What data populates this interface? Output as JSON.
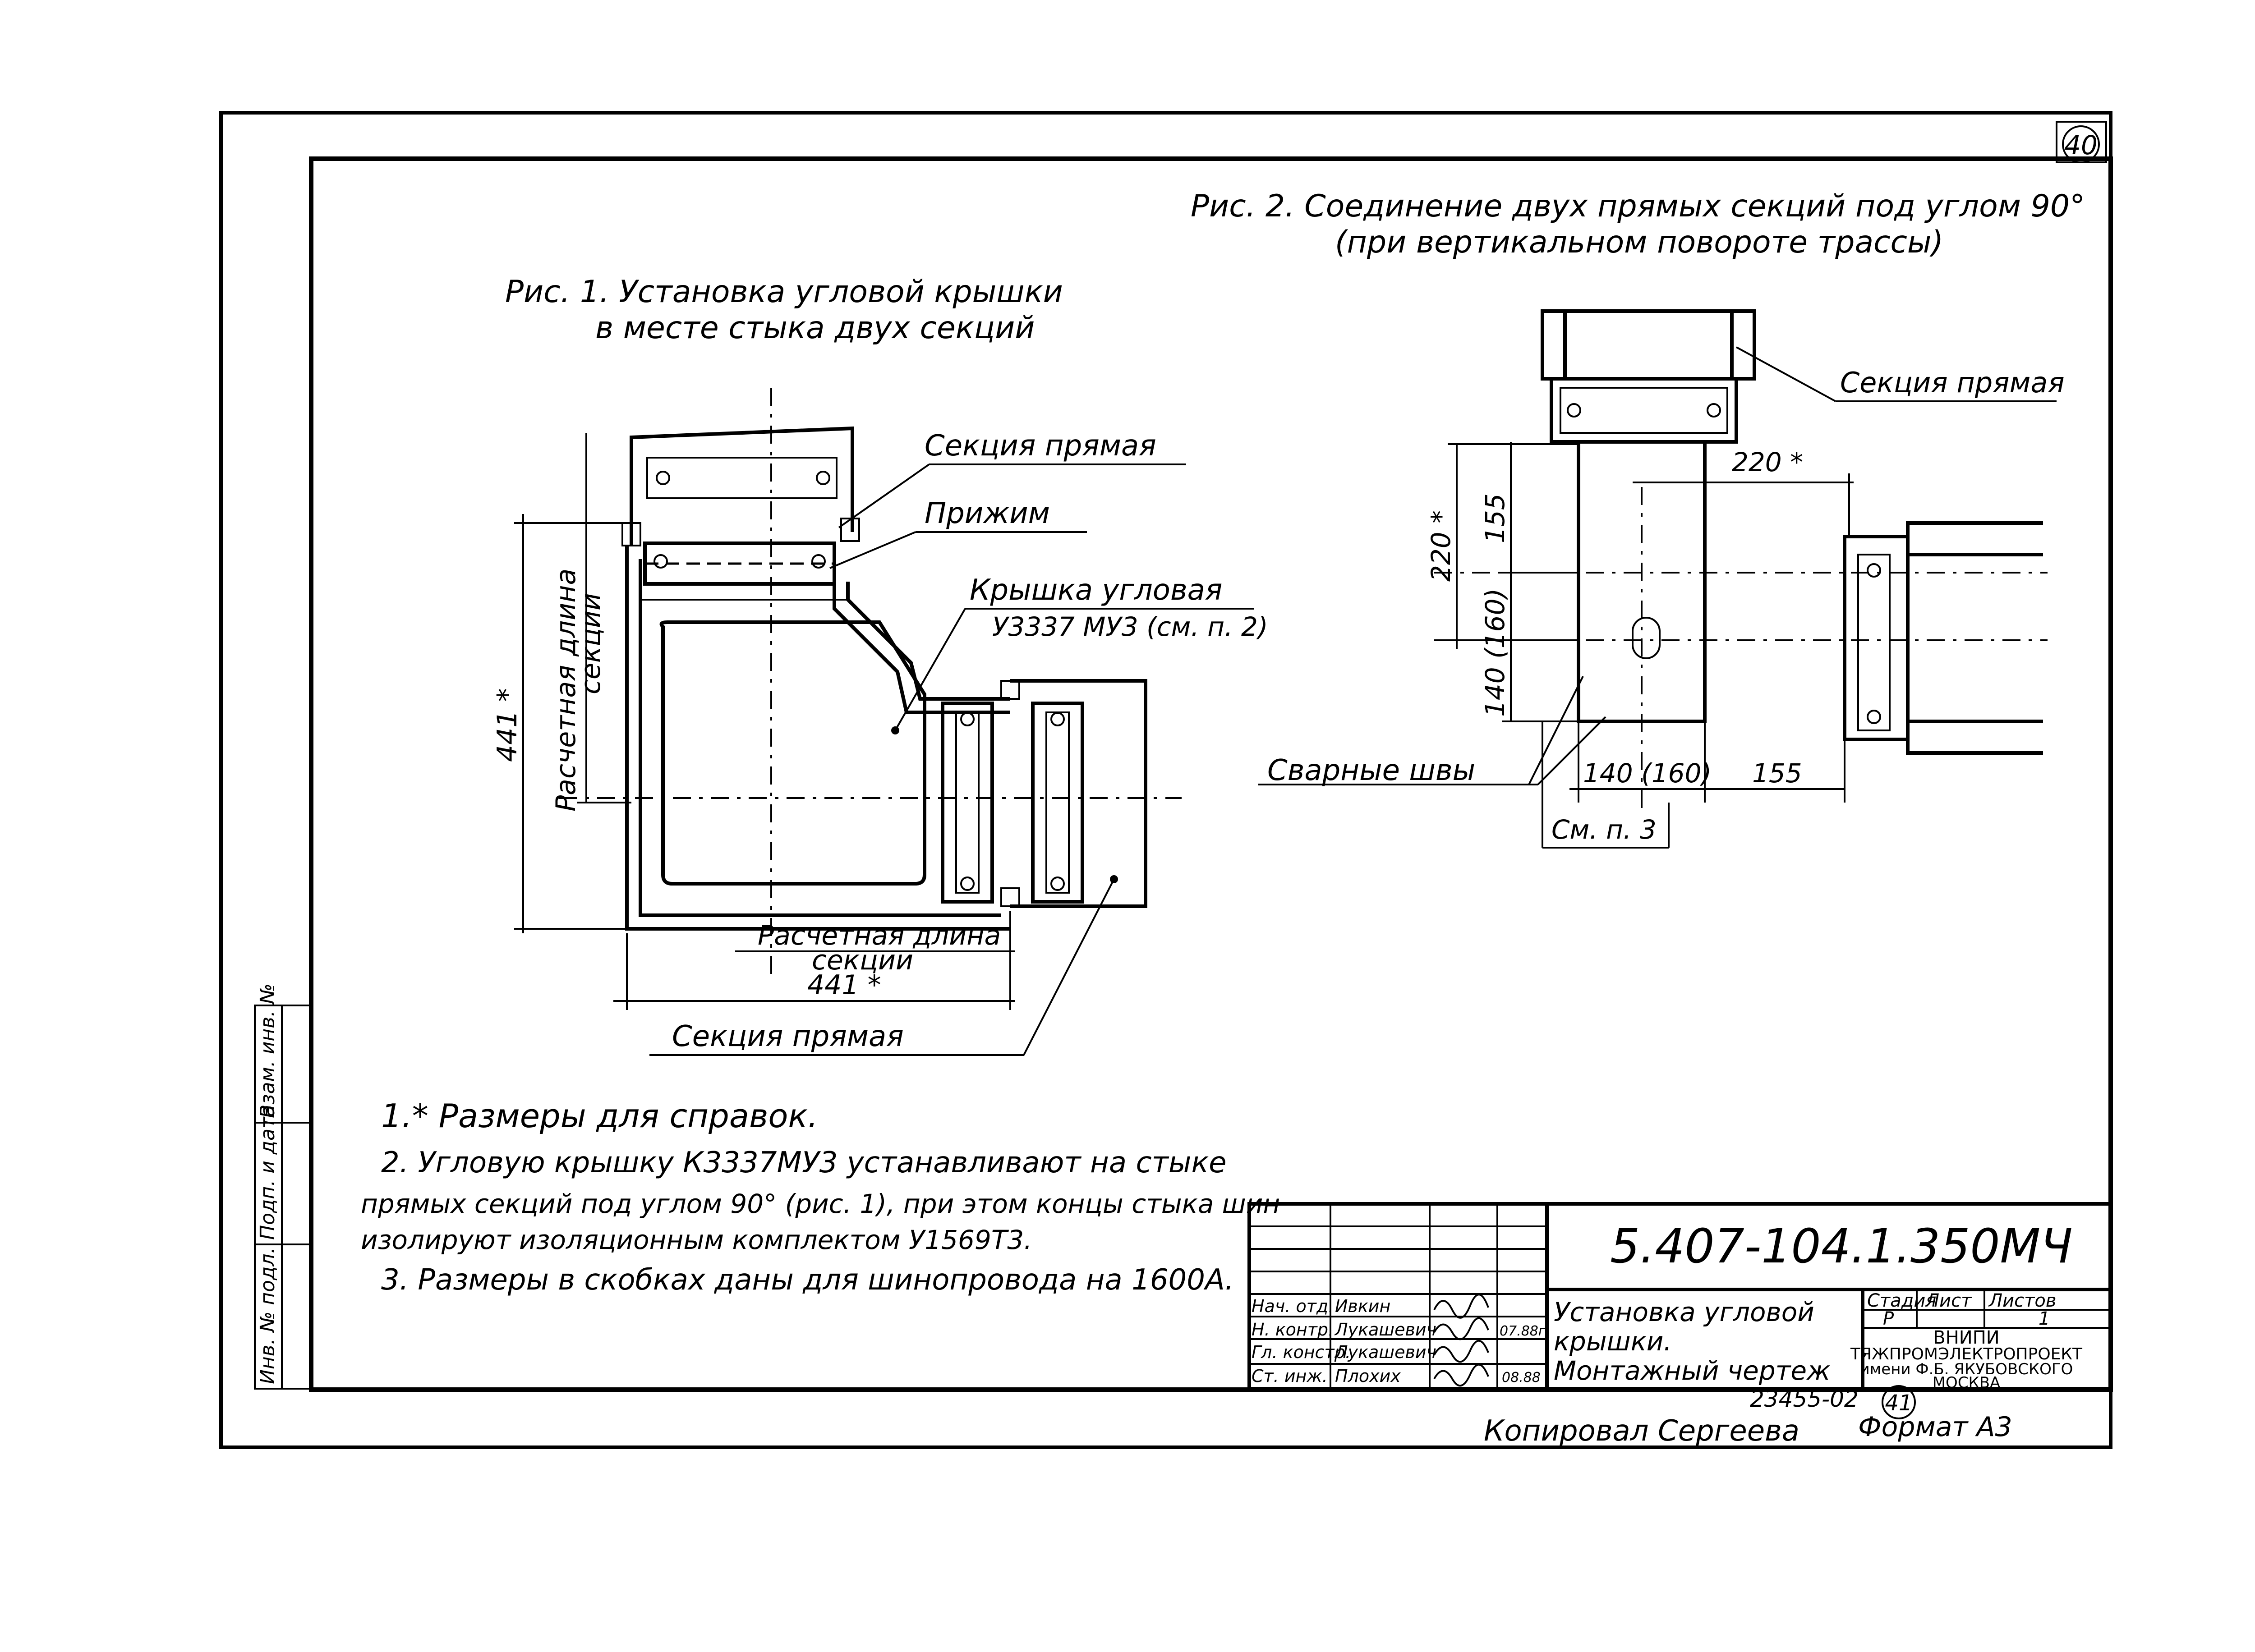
{
  "sheet": {
    "number": "40",
    "copy_number": "41",
    "inventory_number": "23455-02"
  },
  "fig1": {
    "title_line1": "Рис. 1. Установка угловой крышки",
    "title_line2": "в месте стыка двух секций",
    "label_section_top": "Секция прямая",
    "label_clamp": "Прижим",
    "label_cover_line1": "Крышка угловая",
    "label_cover_line2": "У3337 МУ3 (см. п. 2)",
    "label_section_bottom": "Секция прямая",
    "vertical_dim_line1": "Расчетная длина",
    "vertical_dim_line2": "секции",
    "vertical_dim_value": "441 *",
    "horizontal_dim_line1": "Расчетная длина",
    "horizontal_dim_line2": "секции",
    "horizontal_dim_value": "441 *"
  },
  "fig2": {
    "title_line1": "Рис. 2.  Соединение двух прямых секций под углом 90°",
    "title_line2": "(при вертикальном повороте трассы)",
    "label_section": "Секция прямая",
    "label_welds": "Сварные швы",
    "label_see_note": "См. п. 3",
    "dim_top": "220 *",
    "dim_left_total": "220 *",
    "dim_left_upper": "155",
    "dim_left_lower": "140 (160)",
    "dim_bottom_left": "140 (160)",
    "dim_bottom_right": "155"
  },
  "notes": [
    "1.* Размеры для справок.",
    "2.  Угловую крышку К3337МУ3 устанавливают на стыке",
    "прямых секций под углом 90° (рис. 1), при этом концы стыка шин",
    "изолируют изоляционным комплектом У1569Т3.",
    "3.  Размеры в скобках даны для шинопровода на 1600А."
  ],
  "side_stamp": [
    "Инв. № подл.",
    "Подп. и дата",
    "Взам. инв. №"
  ],
  "title_block": {
    "doc_code": "5.407-104.1.350МЧ",
    "title_line1": "Установка угловой",
    "title_line2": "крышки.",
    "title_line3": "Монтажный чертеж",
    "col_stage": "Стадия",
    "col_sheet": "Лист",
    "col_sheets": "Листов",
    "stage": "Р",
    "sheets": "1",
    "org_line1": "ВНИПИ",
    "org_line2": "ТЯЖПРОМЭЛЕКТРОПРОЕКТ",
    "org_line3": "имени Ф.Б. ЯКУБОВСКОГО",
    "org_line4": "МОСКВА",
    "signers": [
      {
        "role": "Нач. отд.",
        "name": "Ивкин",
        "signature": "",
        "date": ""
      },
      {
        "role": "Н. контр.",
        "name": "Лукашевич",
        "signature": "",
        "date": "07.88г."
      },
      {
        "role": "Гл. констр.",
        "name": "Лукашевич",
        "signature": "",
        "date": ""
      },
      {
        "role": "Ст. инж.",
        "name": "Плохих",
        "signature": "",
        "date": "08.88"
      }
    ]
  },
  "footer": {
    "copied": "Копировал Сергеева",
    "format": "Формат А3"
  }
}
